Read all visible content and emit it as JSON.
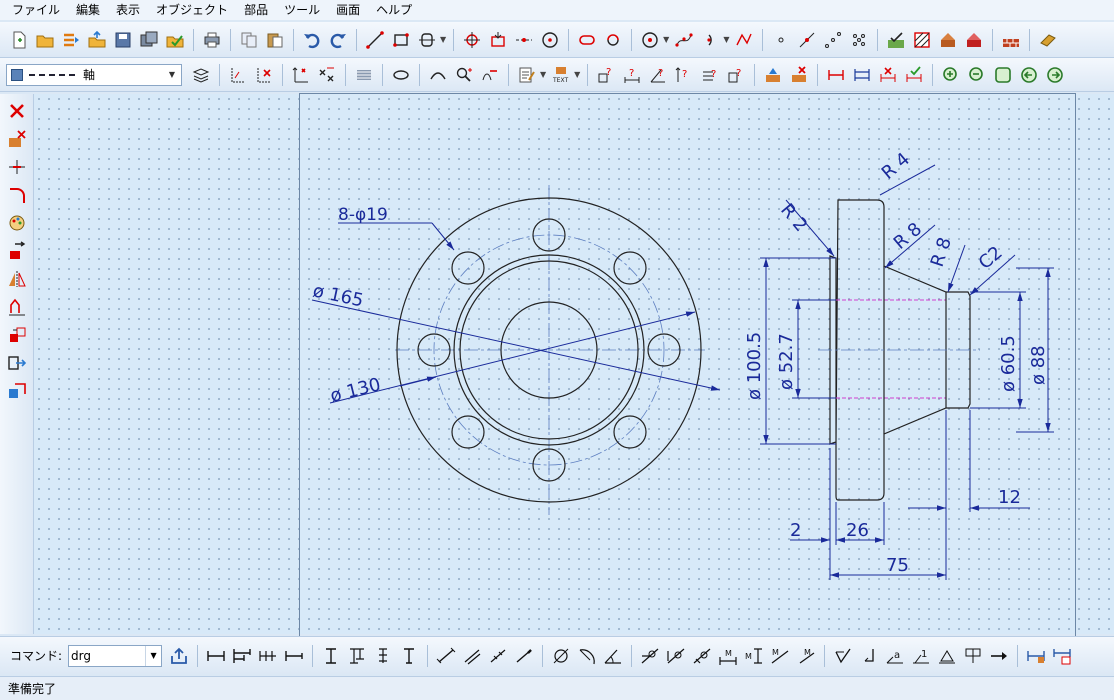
{
  "menu": [
    "ファイル",
    "編集",
    "表示",
    "オブジェクト",
    "部品",
    "ツール",
    "画面",
    "ヘルプ"
  ],
  "linetype": {
    "label": "軸"
  },
  "command": {
    "label": "コマンド:",
    "value": "drg"
  },
  "status": {
    "text": "準備完了"
  },
  "drawing": {
    "annotations": {
      "holes": "8-φ19",
      "dia165": "ø 165",
      "dia130": "ø 130",
      "r4": "R 4",
      "r2": "R 2",
      "r8a": "R 8",
      "r8b": "R 8",
      "c2": "C2",
      "dia1005": "ø 100.5",
      "dia527": "ø 52.7",
      "dia605": "ø 60.5",
      "dia88": "ø 88",
      "d12": "12",
      "d2": "2",
      "d26": "26",
      "d75": "75"
    }
  },
  "colors": {
    "dimension": "#1a2a9a",
    "geometry": "#222222",
    "center": "#5e7fc0",
    "hidden": "#d040d0",
    "canvas": "#d7e9f8"
  }
}
